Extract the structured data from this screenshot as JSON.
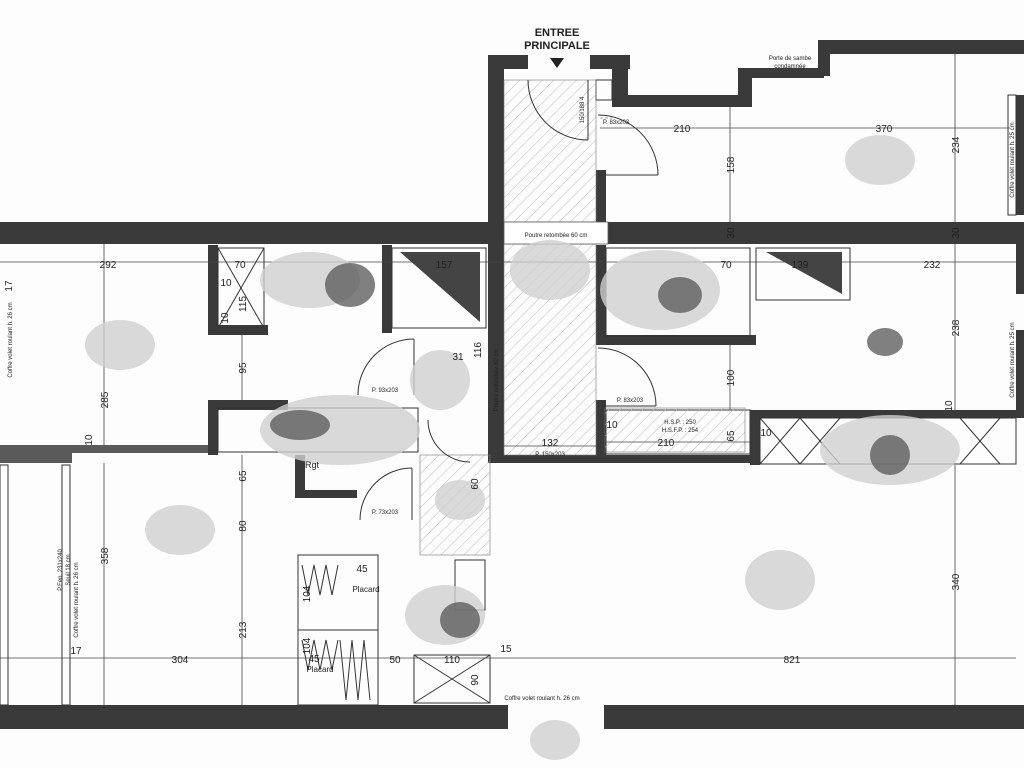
{
  "entrance": {
    "line1": "ENTREE",
    "line2": "PRINCIPALE"
  },
  "notes": {
    "porte_sambe": "Porte de sambe",
    "porte_sambe2": "condamnée",
    "poutre_top": "Poutre retombée 60 cm",
    "poutre_vertical": "Poutre retombée 60 cm",
    "coffre_bottom": "Coffre volet roulant h. 26 cm",
    "coffre_left1": "Coffre volet roulant h. 26 cm",
    "coffre_left2": "Coffre volet roulant h. 26 cm",
    "coffre_right1": "Coffre volet roulant h. 25 cm",
    "coffre_right2": "Coffre volet roulant h. 25 cm",
    "p_fen": "P.Fen. 231x240",
    "seuil": "Seuil 18 cm",
    "placard1": "Placard",
    "placard2": "Placard",
    "rgt": "Rgt",
    "hsp1": "H.S.P. : 250",
    "hsp2": "H.S.F.P. : 254"
  },
  "doors": [
    {
      "id": "d1",
      "text": "P. 83x203"
    },
    {
      "id": "d2",
      "text": "P. 93x203"
    },
    {
      "id": "d3",
      "text": "P. 83x203"
    },
    {
      "id": "d4",
      "text": "P. 73x203"
    },
    {
      "id": "d5",
      "text": "P. 150x203"
    },
    {
      "id": "d6",
      "text": "150/188 4"
    }
  ],
  "dimensions": {
    "d210a": "210",
    "d370": "370",
    "d158": "158",
    "d234": "234",
    "d292": "292",
    "d70a": "70",
    "d157": "157",
    "d70b": "70",
    "d139": "139",
    "d232": "232",
    "d17a": "17",
    "d10a": "10",
    "d115": "115",
    "d10b": "10",
    "d30a": "30",
    "d30b": "30",
    "d31": "31",
    "d116": "116",
    "d285": "285",
    "d95": "95",
    "d100": "100",
    "d238": "238",
    "d10c": "10",
    "d132": "132",
    "d210b": "210",
    "d10d": "10",
    "d65a": "65",
    "d10e": "10",
    "d10f": "10",
    "d65b": "65",
    "d80": "80",
    "d358": "358",
    "d213": "213",
    "d340": "340",
    "d45a": "45",
    "d45b": "45",
    "d104a": "104",
    "d104b": "104",
    "d60": "60",
    "d304": "304",
    "d50": "50",
    "d110": "110",
    "d90": "90",
    "d15": "15",
    "d821": "821",
    "d17b": "17"
  }
}
